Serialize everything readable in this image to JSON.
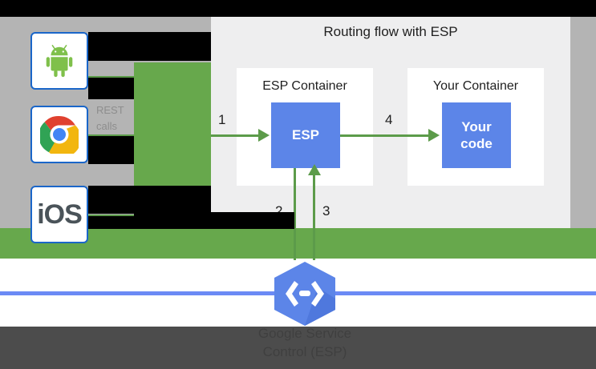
{
  "diagram": {
    "title": "Routing flow with ESP",
    "containers": [
      {
        "label": "ESP Container",
        "box_label": "ESP"
      },
      {
        "label": "Your Container",
        "box_label": "Your\ncode"
      }
    ],
    "steps": [
      "1",
      "2",
      "3",
      "4"
    ],
    "clients": [
      {
        "name": "android-icon",
        "label": "Android"
      },
      {
        "name": "chrome-icon",
        "label": "Chrome"
      },
      {
        "name": "ios-icon",
        "label": "iOS"
      }
    ],
    "client_link_label_line1": "REST",
    "client_link_label_line2": "calls",
    "footer": {
      "line1": "Google Service",
      "line2": "Control (ESP)"
    },
    "colors": {
      "green": "#67a84c",
      "arrow_green": "#5c9b4a",
      "blue_box": "#5c85e8",
      "blue_rule": "#6b8af5",
      "panel": "#eeeeef",
      "grey": "#b4b4b4",
      "dark": "#3d3d3d",
      "icon_border": "#1a66c9"
    }
  }
}
